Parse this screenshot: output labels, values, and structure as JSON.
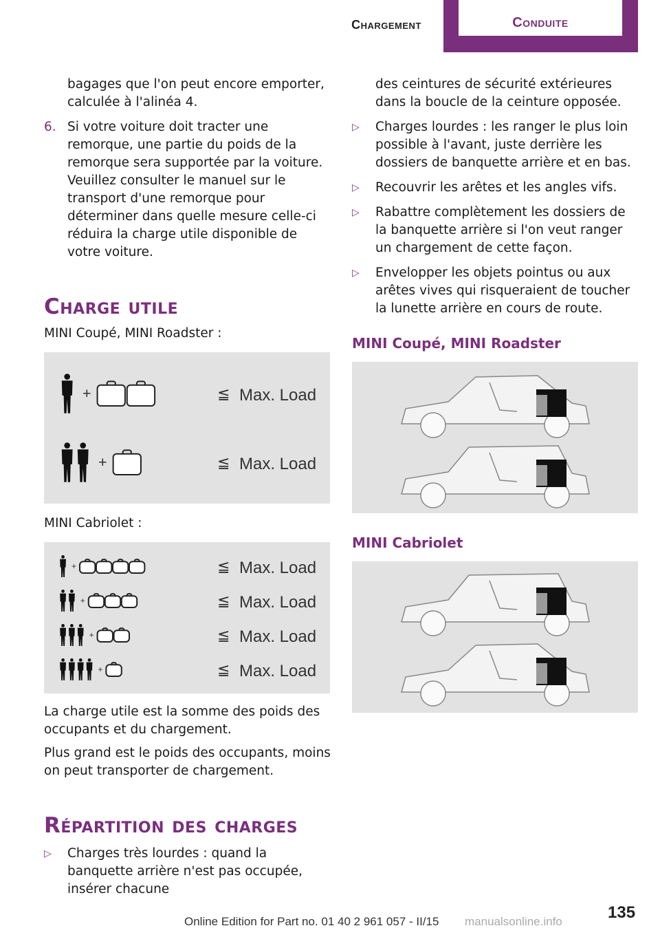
{
  "header": {
    "tab_inactive": "Chargement",
    "tab_active": "Conduite"
  },
  "left": {
    "intro_line": "bagages que l'on peut encore emporter, calculée à l'alinéa 4.",
    "item6": {
      "number": "6.",
      "text": "Si votre voiture doit tracter une remorque, une partie du poids de la remorque sera supportée par la voiture. Veuillez consulter le manuel sur le transport d'une remorque pour déterminer dans quelle mesure celle-ci réduira la charge utile disponible de votre voiture."
    },
    "heading_charge": "Charge utile",
    "coupe_label": "MINI Coupé, MINI Roadster :",
    "cabrio_label": "MINI Cabriolet :",
    "para1": "La charge utile est la somme des poids des occupants et du chargement.",
    "para2": "Plus grand est le poids des occupants, moins on peut transporter de chargement.",
    "heading_repartition": "Répartition des charges",
    "bullet1": "Charges très lourdes : quand la banquette arrière n'est pas occupée, insérer chacune"
  },
  "right": {
    "cont_text": "des ceintures de sécurité extérieures dans la boucle de la ceinture opposée.",
    "bullets": [
      "Charges lourdes : les ranger le plus loin possible à l'avant, juste derrière les dossiers de banquette arrière et en bas.",
      "Recouvrir les arêtes et les angles vifs.",
      "Rabattre complètement les dossiers de la banquette arrière si l'on veut ranger un chargement de cette façon.",
      "Envelopper les objets pointus ou aux arêtes vives qui risqueraient de toucher la lunette arrière en cours de route."
    ],
    "sub_coupe": "MINI Coupé, MINI Roadster",
    "sub_cabrio": "MINI Cabriolet"
  },
  "figures": {
    "max_load_label": "Max. Load",
    "le_symbol": "≦",
    "plus_symbol": "+",
    "coupe_rows": [
      {
        "persons": 1,
        "suitcases": 2
      },
      {
        "persons": 2,
        "suitcases": 1
      }
    ],
    "cabrio_rows": [
      {
        "persons": 1,
        "suitcases": 4
      },
      {
        "persons": 2,
        "suitcases": 3
      },
      {
        "persons": 3,
        "suitcases": 2
      },
      {
        "persons": 4,
        "suitcases": 1
      }
    ]
  },
  "footer": {
    "edition": "Online Edition for Part no. 01 40 2 961 057 - II/15",
    "page_number": "135",
    "watermark": "manualsonline.info"
  },
  "colors": {
    "accent": "#7a2f7d",
    "figure_bg": "#e2e2e2"
  },
  "icons": {
    "bullet": "triangle-right-icon",
    "person": "person-icon",
    "suitcase": "suitcase-icon"
  }
}
